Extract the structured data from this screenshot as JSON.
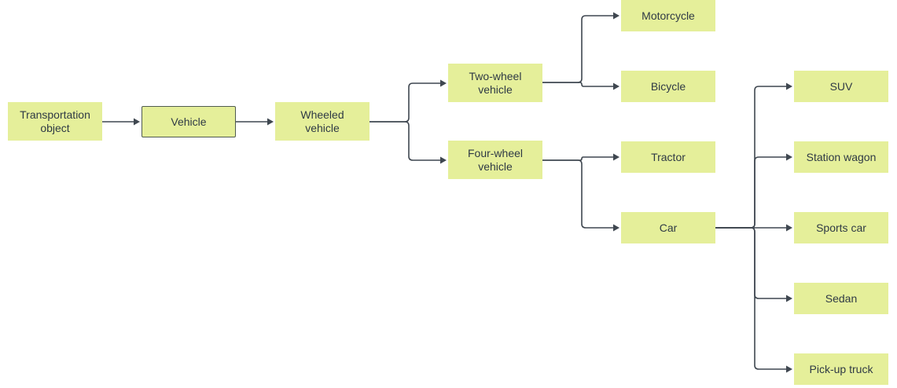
{
  "diagram": {
    "nodes": {
      "transportation_object": "Transportation object",
      "vehicle": "Vehicle",
      "wheeled_vehicle": "Wheeled vehicle",
      "two_wheel_vehicle": "Two-wheel vehicle",
      "four_wheel_vehicle": "Four-wheel vehicle",
      "motorcycle": "Motorcycle",
      "bicycle": "Bicycle",
      "tractor": "Tractor",
      "car": "Car",
      "suv": "SUV",
      "station_wagon": "Station wagon",
      "sports_car": "Sports car",
      "sedan": "Sedan",
      "pickup_truck": "Pick-up truck"
    },
    "edges": [
      [
        "transportation_object",
        "vehicle"
      ],
      [
        "vehicle",
        "wheeled_vehicle"
      ],
      [
        "wheeled_vehicle",
        "two_wheel_vehicle"
      ],
      [
        "wheeled_vehicle",
        "four_wheel_vehicle"
      ],
      [
        "two_wheel_vehicle",
        "motorcycle"
      ],
      [
        "two_wheel_vehicle",
        "bicycle"
      ],
      [
        "four_wheel_vehicle",
        "tractor"
      ],
      [
        "four_wheel_vehicle",
        "car"
      ],
      [
        "car",
        "suv"
      ],
      [
        "car",
        "station_wagon"
      ],
      [
        "car",
        "sports_car"
      ],
      [
        "car",
        "sedan"
      ],
      [
        "car",
        "pickup_truck"
      ]
    ],
    "colors": {
      "node_fill": "#e5ef9a",
      "edge": "#3f4750",
      "text": "#2f3a45"
    }
  }
}
